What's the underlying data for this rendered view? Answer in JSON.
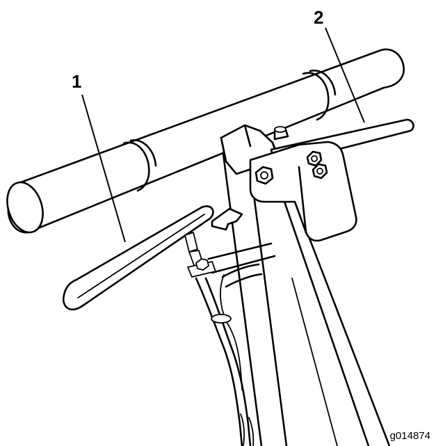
{
  "figure": {
    "figure_id": "g014874",
    "callouts": [
      {
        "number": "1"
      },
      {
        "number": "2"
      }
    ]
  }
}
